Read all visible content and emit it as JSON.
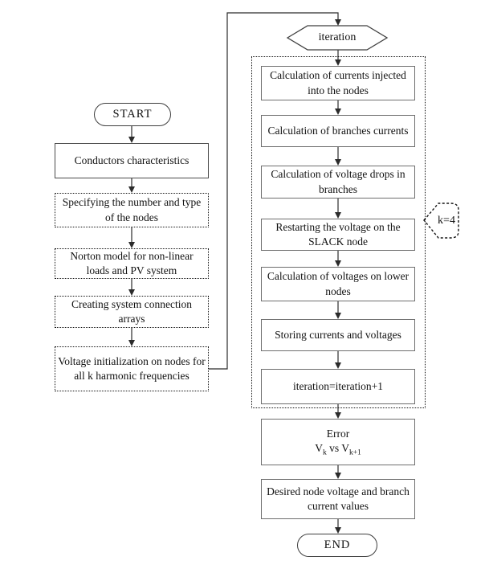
{
  "colors": {
    "background": "#ffffff",
    "solid_box_border": "#6e6e6e",
    "dark_box_border": "#4a4a4a",
    "dashed_border": "#141414",
    "connector_line": "#2b2b2b",
    "text": "#111111"
  },
  "flowchart": {
    "start": "START",
    "end": "END",
    "iteration": "iteration",
    "k_tag": "k=4",
    "left_steps": [
      "Conductors characteristics",
      "Specifying the number and type of the nodes",
      "Norton model for non-linear loads and PV system",
      "Creating system connection arrays",
      "Voltage initialization on nodes for all k harmonic frequencies"
    ],
    "loop_steps": [
      "Calculation of currents injected into the nodes",
      "Calculation of branches currents",
      "Calculation of voltage drops in branches",
      "Restarting the voltage on the SLACK node",
      "Calculation of voltages on lower nodes",
      "Storing currents and voltages",
      "iteration=iteration+1"
    ],
    "error": {
      "title": "Error",
      "v1": "V",
      "sub1": "k",
      "vs": " vs ",
      "v2": "V",
      "sub2": "k+1"
    },
    "result": "Desired node voltage and branch current values"
  }
}
